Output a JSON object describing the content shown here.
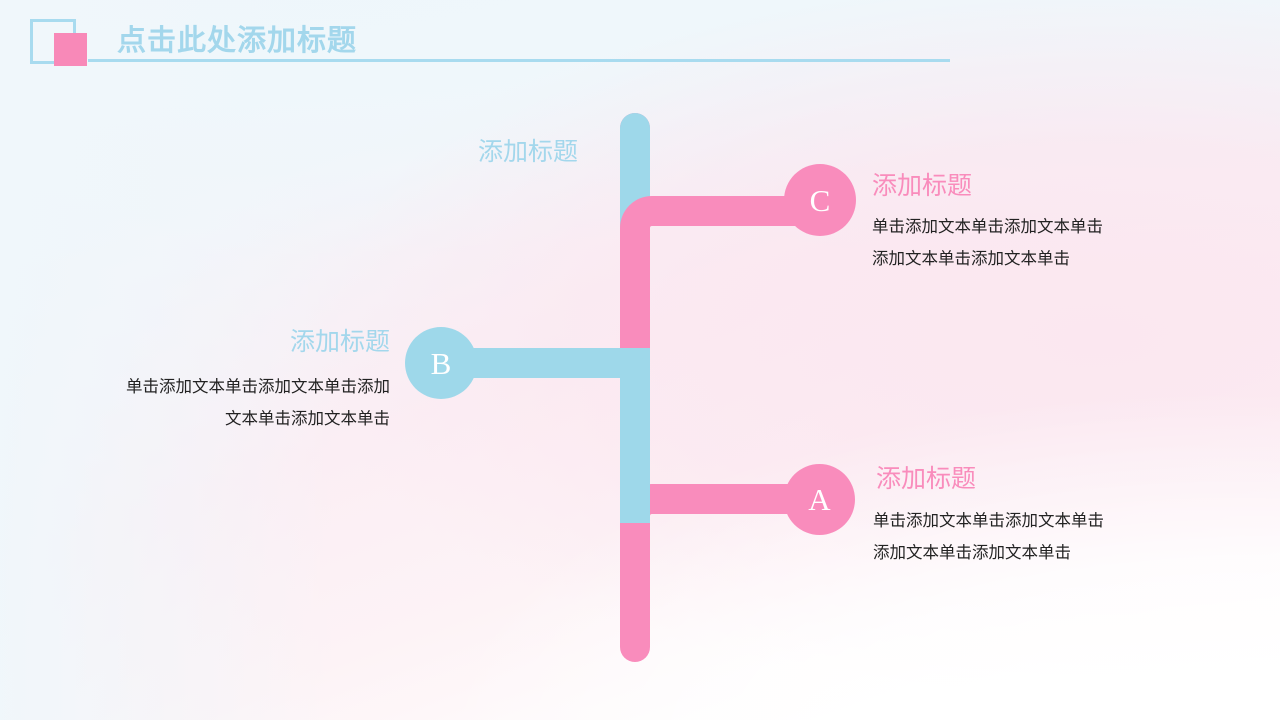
{
  "header": {
    "title": "点击此处添加标题",
    "accent_blue": "#a3d7ec",
    "accent_pink": "#f889b8"
  },
  "diagram": {
    "top_label": "添加标题",
    "trunk_color_pink": "#f98cbc",
    "trunk_color_blue": "#9ed8ea",
    "branches": [
      {
        "key": "C",
        "marker": "C",
        "title": "添加标题",
        "body_line_1": "单击添加文本单击添加文本单击",
        "body_line_2": "添加文本单击添加文本单击",
        "color": "#f98cbc",
        "side": "right"
      },
      {
        "key": "B",
        "marker": "B",
        "title": "添加标题",
        "body_line_1": "单击添加文本单击添加文本单击添加",
        "body_line_2": "文本单击添加文本单击",
        "color": "#9ed8ea",
        "side": "left"
      },
      {
        "key": "A",
        "marker": "A",
        "title": "添加标题",
        "body_line_1": "单击添加文本单击添加文本单击",
        "body_line_2": "添加文本单击添加文本单击",
        "color": "#f98cbc",
        "side": "right"
      }
    ]
  }
}
